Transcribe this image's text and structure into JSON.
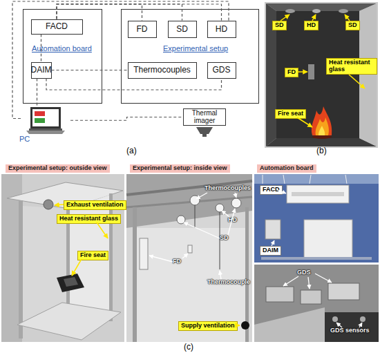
{
  "diagram": {
    "nodes": [
      {
        "text": [
          "Automation board"
        ]
      },
      {
        "text": [
          "FACD"
        ],
        "in": 0
      },
      {
        "text": [
          "DAIM"
        ],
        "in": 0
      },
      {
        "text": [
          "Experimental setup"
        ]
      },
      {
        "text": [
          "FD"
        ],
        "in": 3
      },
      {
        "text": [
          "SD"
        ],
        "in": 3
      },
      {
        "text": [
          "HD"
        ],
        "in": 3
      },
      {
        "text": [
          "Thermocouples"
        ],
        "in": 3
      },
      {
        "text": [
          "GDS"
        ],
        "in": 3
      },
      {
        "text": [
          "PC"
        ]
      },
      {
        "text": [
          "Thermal imager"
        ]
      }
    ],
    "edges": [
      {
        "from": 1,
        "to": 4,
        "arrow": "none"
      },
      {
        "from": 1,
        "to": 5,
        "arrow": "none"
      },
      {
        "from": 1,
        "to": 6,
        "arrow": "none"
      },
      {
        "from": 1,
        "to": 2,
        "arrow": "none"
      },
      {
        "from": 2,
        "to": 7,
        "arrow": "none"
      },
      {
        "from": 2,
        "to": 8,
        "arrow": "none"
      },
      {
        "from": 2,
        "to": 9,
        "arrow": "none"
      },
      {
        "from": 9,
        "to": 10,
        "arrow": "none"
      },
      {
        "from": 9,
        "to": 6,
        "arrow": "none"
      }
    ],
    "labels": [
      "(a)",
      "SD",
      "HD",
      "SD",
      "FD",
      "Heat resistant glass",
      "Fire seat",
      "(b)",
      "Experimental setup: outside view",
      "Exhaust ventilation",
      "Heat resistant glass",
      "Fire seat",
      "Experimental setup: inside view",
      "Thermocouples",
      "HD",
      "SD",
      "FD",
      "Thermocouple",
      "Supply ventilation",
      "Automation board",
      "FACD",
      "DAIM",
      "GDS",
      "GDS sensors",
      "(c)"
    ]
  }
}
